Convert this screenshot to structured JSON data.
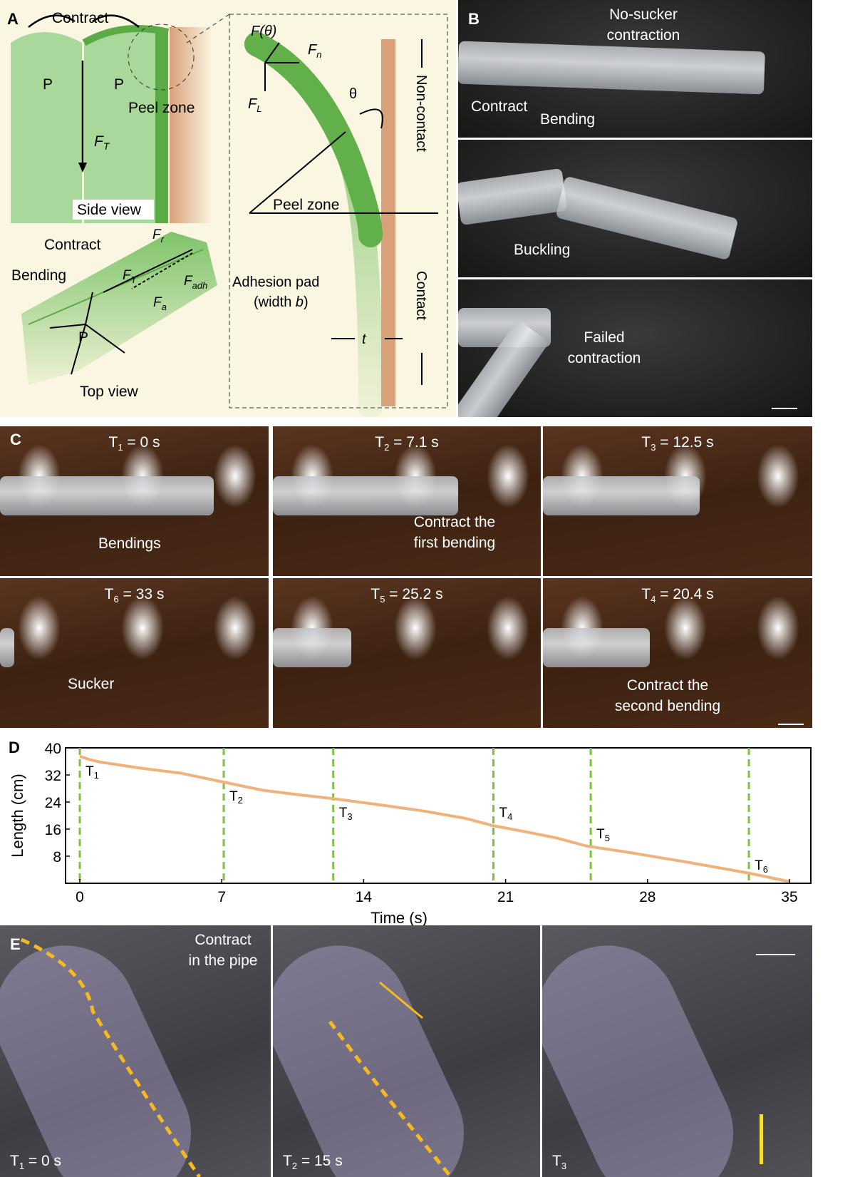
{
  "panel_labels": {
    "a": "A",
    "b": "B",
    "c": "C",
    "d": "D",
    "e": "E"
  },
  "panel_a": {
    "contract_top": "Contract",
    "p": "P",
    "peel_zone": "Peel zone",
    "ft": "F",
    "ft_sub": "T",
    "side_view": "Side view",
    "contract_bottom": "Contract",
    "bending": "Bending",
    "fr": "F",
    "fr_sub": "r",
    "fadh": "F",
    "fadh_sub": "adh",
    "fa": "F",
    "fa_sub": "a",
    "top_view": "Top view",
    "f_theta": "F(θ)",
    "fn": "F",
    "fn_sub": "n",
    "fl": "F",
    "fl_sub": "L",
    "theta": "θ",
    "non_contact": "Non-contact",
    "contact": "Contact",
    "peel_zone_detail": "Peel zone",
    "adhesion_pad": "Adhesion pad",
    "width_b_pre": "(width ",
    "width_b_var": "b",
    "width_b_post": ")",
    "t": "t"
  },
  "panel_b": {
    "no_sucker": "No-sucker",
    "contraction": "contraction",
    "contract": "Contract",
    "bending": "Bending",
    "buckling": "Buckling",
    "failed": "Failed",
    "failed2": "contraction"
  },
  "panel_c": {
    "frames": [
      {
        "label": "T",
        "sub": "1",
        "value": " = 0 s"
      },
      {
        "label": "T",
        "sub": "2",
        "value": " = 7.1 s"
      },
      {
        "label": "T",
        "sub": "3",
        "value": " = 12.5 s"
      },
      {
        "label": "T",
        "sub": "6",
        "value": " = 33 s"
      },
      {
        "label": "T",
        "sub": "5",
        "value": " = 25.2 s"
      },
      {
        "label": "T",
        "sub": "4",
        "value": " = 20.4 s"
      }
    ],
    "bendings": "Bendings",
    "contract_first": "Contract the",
    "contract_first2": "first bending",
    "sucker": "Sucker",
    "contract_second": "Contract the",
    "contract_second2": "second bending"
  },
  "chart_data": {
    "type": "line",
    "xlabel": "Time (s)",
    "ylabel": "Length (cm)",
    "xlim": [
      0,
      35
    ],
    "ylim": [
      0,
      40
    ],
    "xticks": [
      0,
      7,
      14,
      21,
      28,
      35
    ],
    "yticks": [
      8,
      16,
      24,
      32,
      40
    ],
    "series": [
      {
        "name": "Length",
        "color": "#f0b27a",
        "x": [
          0,
          0.5,
          1,
          3,
          5,
          7,
          9,
          11,
          12.5,
          15,
          17,
          19,
          20.4,
          22,
          23.5,
          25,
          27,
          30,
          33,
          35
        ],
        "y": [
          37.5,
          36.5,
          35.8,
          34,
          32.5,
          30,
          27.5,
          26,
          25,
          23,
          21.3,
          19.2,
          17,
          15.2,
          13.4,
          11,
          9.2,
          6.2,
          3,
          0.5
        ]
      }
    ],
    "markers": [
      {
        "label": "T",
        "sub": "1",
        "x": 0
      },
      {
        "label": "T",
        "sub": "2",
        "x": 7.1
      },
      {
        "label": "T",
        "sub": "3",
        "x": 12.5
      },
      {
        "label": "T",
        "sub": "4",
        "x": 20.4
      },
      {
        "label": "T",
        "sub": "5",
        "x": 25.2
      },
      {
        "label": "T",
        "sub": "6",
        "x": 33
      }
    ],
    "marker_color": "#7cc142"
  },
  "panel_e": {
    "contract_pipe": "Contract",
    "contract_pipe2": "in the pipe",
    "frames": [
      {
        "label": "T",
        "sub": "1",
        "value": " = 0 s"
      },
      {
        "label": "T",
        "sub": "2",
        "value": " = 15 s"
      },
      {
        "label": "T",
        "sub": "3",
        "value": ""
      }
    ]
  }
}
